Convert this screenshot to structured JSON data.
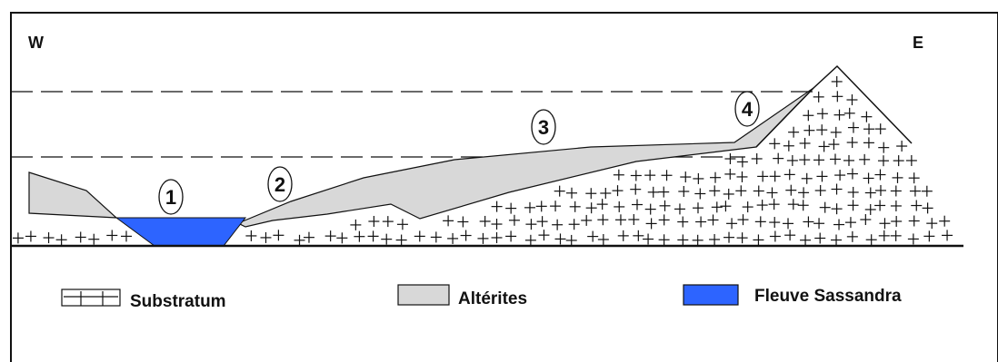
{
  "directions": {
    "west": "W",
    "east": "E"
  },
  "markers": [
    "1",
    "2",
    "3",
    "4"
  ],
  "legend": [
    {
      "label": "Substratum",
      "symbol": "cross-hatch-icon"
    },
    {
      "label": "Altérites",
      "swatch": "#d8d8d8"
    },
    {
      "label": "Fleuve Sassandra",
      "swatch": "#2d64ff"
    }
  ],
  "colors": {
    "alterites": "#d8d8d8",
    "river": "#2d64ff",
    "line": "#111111"
  }
}
